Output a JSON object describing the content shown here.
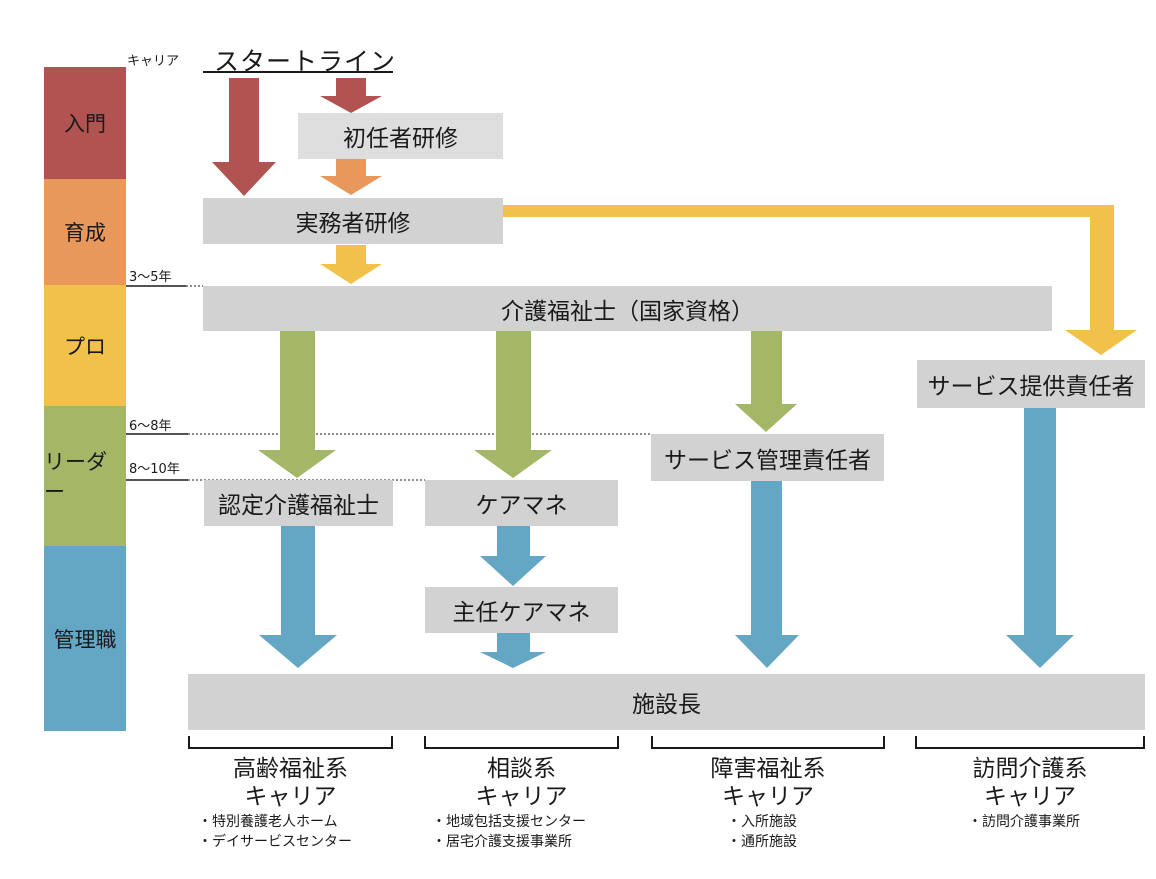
{
  "career_label": "キャリア",
  "start_line": "スタートライン",
  "stages": [
    {
      "label": "入門",
      "color": "#b15451"
    },
    {
      "label": "育成",
      "color": "#e9985c"
    },
    {
      "label": "プロ",
      "color": "#f1c14a"
    },
    {
      "label": "リーダー",
      "color": "#a3b766"
    },
    {
      "label": "管理職",
      "color": "#63a7c4"
    }
  ],
  "years": {
    "y3_5": "3〜5年",
    "y6_8": "6〜8年",
    "y8_10": "8〜10年"
  },
  "boxes": {
    "shoninsha": "初任者研修",
    "jitsumusha": "実務者研修",
    "kaigofukushishi": "介護福祉士（国家資格）",
    "service_teikyo": "サービス提供責任者",
    "service_kanri": "サービス管理責任者",
    "nintei": "認定介護福祉士",
    "caremane": "ケアマネ",
    "shunin_caremane": "主任ケアマネ",
    "shisetsucho": "施設長"
  },
  "categories": [
    {
      "title1": "高齢福祉系",
      "title2": "キャリア",
      "items": [
        "・特別養護老人ホーム",
        "・デイサービスセンター"
      ]
    },
    {
      "title1": "相談系",
      "title2": "キャリア",
      "items": [
        "・地域包括支援センター",
        "・居宅介護支援事業所"
      ]
    },
    {
      "title1": "障害福祉系",
      "title2": "キャリア",
      "items": [
        "・入所施設",
        "・通所施設"
      ]
    },
    {
      "title1": "訪問介護系",
      "title2": "キャリア",
      "items": [
        "・訪問介護事業所"
      ]
    }
  ],
  "arrow_colors": {
    "red": "#b15451",
    "orange": "#e9985c",
    "yellow": "#f1c14a",
    "green": "#a3b766",
    "blue": "#63a7c4"
  }
}
